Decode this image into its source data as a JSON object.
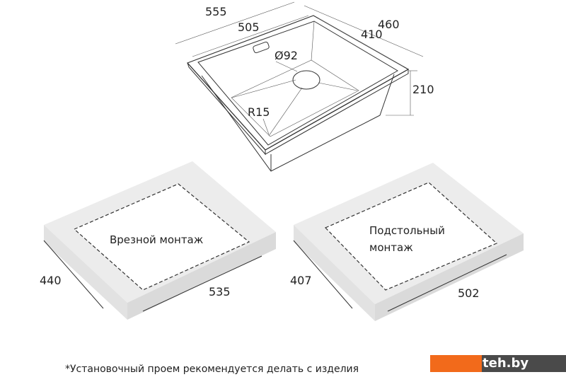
{
  "sink": {
    "width_outer": "555",
    "width_inner": "505",
    "depth_outer": "460",
    "depth_inner": "410",
    "height": "210",
    "drain": "Ø92",
    "radius": "R15"
  },
  "flush_mount": {
    "title": "Врезной монтаж",
    "depth": "440",
    "width": "535"
  },
  "undermount": {
    "title_line1": "Подстольный",
    "title_line2": "монтаж",
    "depth": "407",
    "width": "502"
  },
  "footnote": "*Установочный проем рекомендуется делать с изделия",
  "logo": "teh.by",
  "colors": {
    "logo_orange": "#f26a1b",
    "logo_dark": "#4a4a4a"
  }
}
